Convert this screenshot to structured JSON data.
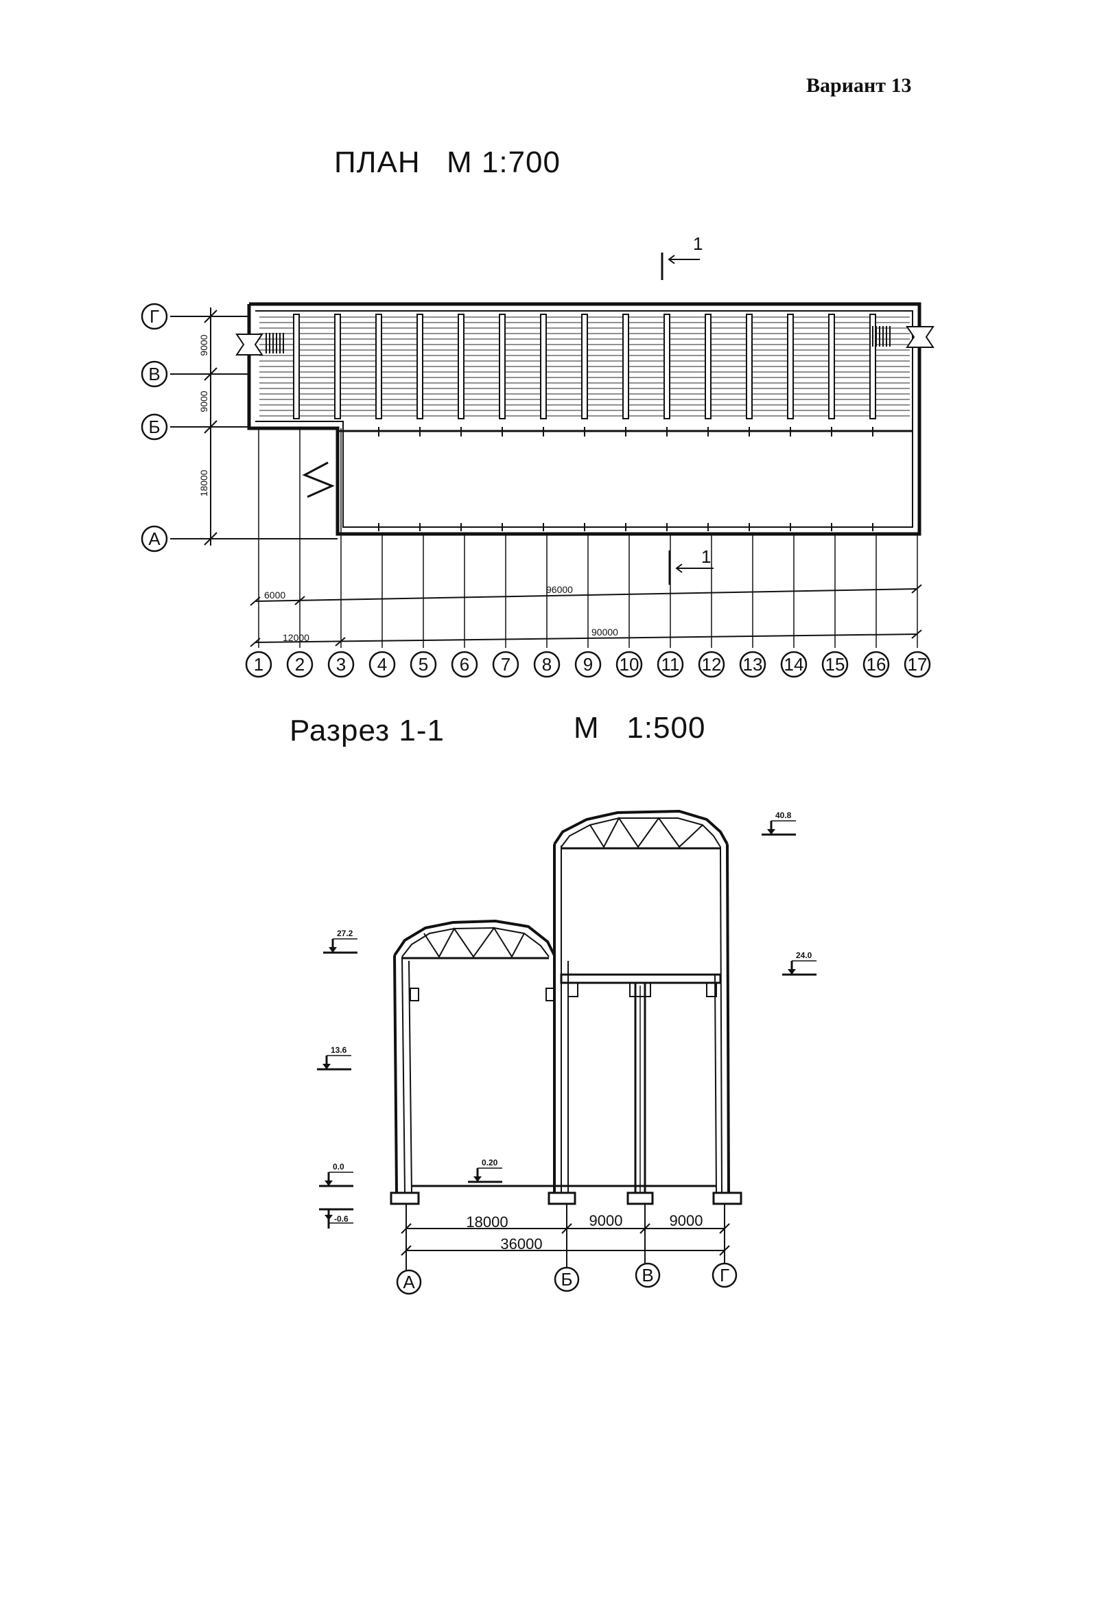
{
  "variant_label": "Вариант 13",
  "plan": {
    "title": "ПЛАН",
    "scale": "М 1:700",
    "row_axes": [
      "Г",
      "В",
      "Б",
      "А"
    ],
    "column_axes": [
      "1",
      "2",
      "3",
      "4",
      "5",
      "6",
      "7",
      "8",
      "9",
      "10",
      "11",
      "12",
      "13",
      "14",
      "15",
      "16",
      "17"
    ],
    "row_dimensions": [
      "9000",
      "9000",
      "18000"
    ],
    "column_dimensions": [
      "6000",
      "12000",
      "96000",
      "90000"
    ],
    "section_mark": "1"
  },
  "section": {
    "title": "Разрез 1-1",
    "scale": "М   1:500",
    "axes": [
      "А",
      "Б",
      "В",
      "Г"
    ],
    "span_dimensions": [
      "18000",
      "9000",
      "9000"
    ],
    "total_dimension": "36000",
    "elevations": [
      "40.8",
      "27.2",
      "24.0",
      "13.6",
      "0.20",
      "0.0",
      "-0.6"
    ]
  }
}
